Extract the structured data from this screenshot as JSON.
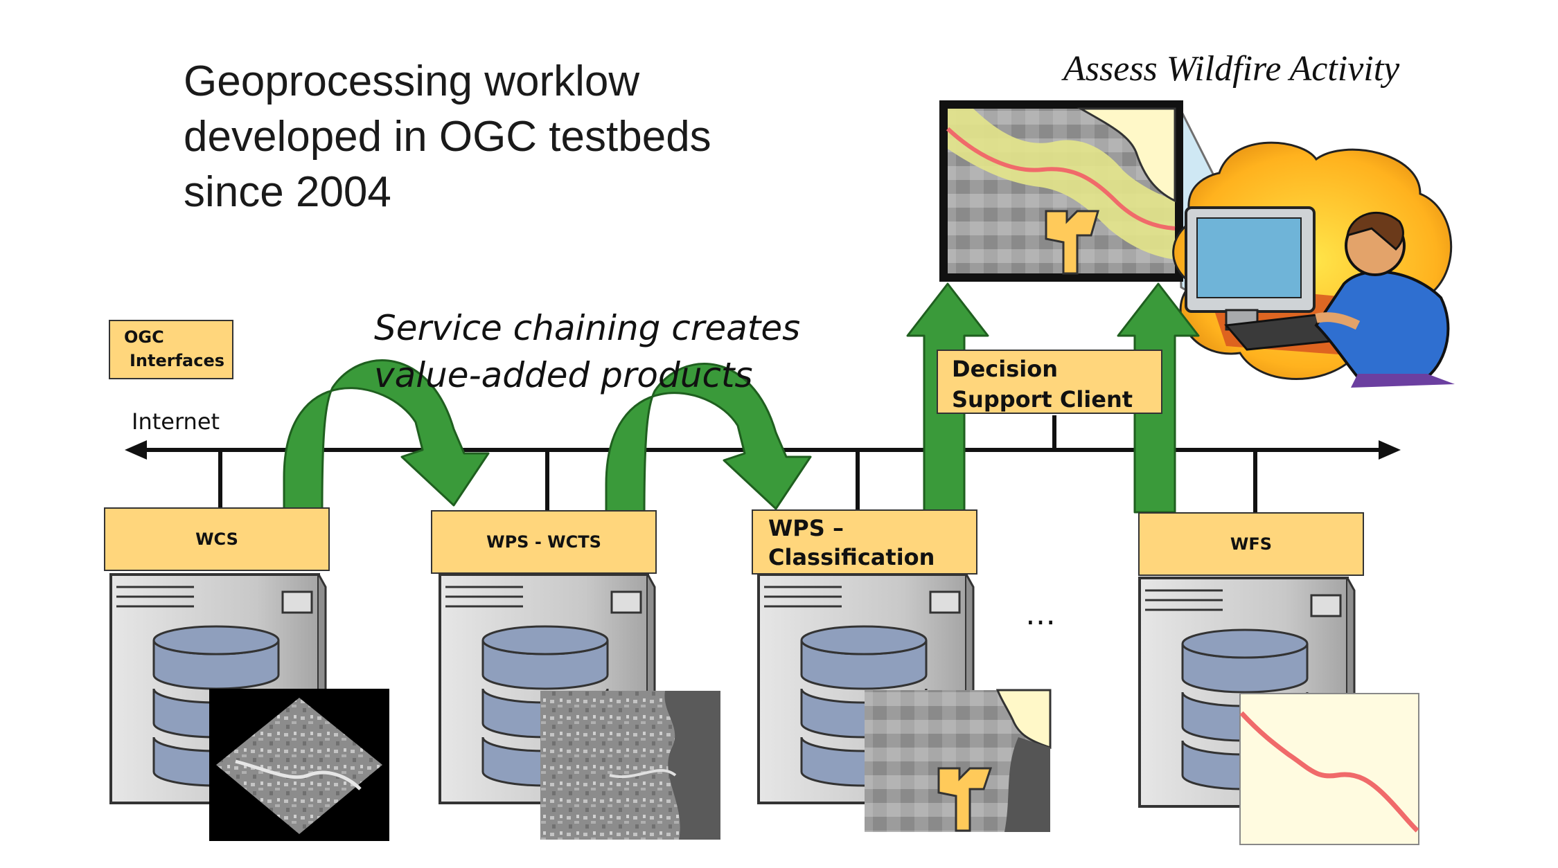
{
  "title": {
    "line1": "Geoprocessing worklow",
    "line2": "developed in OGC testbeds",
    "line3": "since 2004"
  },
  "assess": "Assess Wildfire Activity",
  "chaining": {
    "line1": "Service chaining creates",
    "line2": "value-added products"
  },
  "legend": {
    "line1": "OGC",
    "line2": "Interfaces"
  },
  "internet_label": "Internet",
  "services": [
    {
      "label": "WCS"
    },
    {
      "label": "WPS - WCTS"
    },
    {
      "label_line1": "WPS –",
      "label_line2": "Classification"
    },
    {
      "label": "WFS"
    }
  ],
  "decision": {
    "line1": "Decision",
    "line2": "Support  Client"
  },
  "ellipsis": "…",
  "colors": {
    "interface_box": "#ffd67c",
    "arrow_green": "#3a9a3a",
    "arrow_outline": "#1f5f1f",
    "server_body": "#d0d0d0",
    "database": "#8f9fbd",
    "wildfire_line": "#f06a6a"
  }
}
